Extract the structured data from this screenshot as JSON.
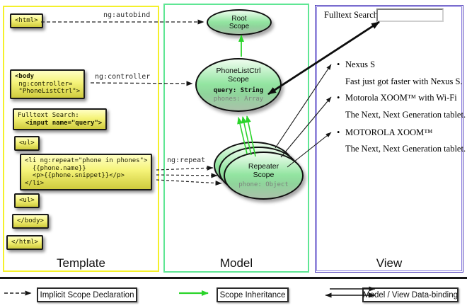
{
  "template_panel": {
    "label": "Template",
    "autobind_label": "ng:autobind",
    "controller_label": "ng:controller",
    "repeat_label": "ng:repeat",
    "code": {
      "html_open": "<html>",
      "body_open_bold": "<body",
      "body_open_rest": "\n ng:controller=\n \"PhoneListCtrl\">",
      "fulltext_label": "Fulltext Search:",
      "fulltext_input_bold": "\n  <input name=\"query\">",
      "ul_open": "<ul>",
      "li_repeat": "<li ng:repeat=\"phone in phones\">\n  {{phone.name}}\n  <p>{{phone.snippet}}</p>\n</li>",
      "ul_second": "<ul>",
      "body_close": "</body>",
      "html_close": "</html>"
    }
  },
  "model_panel": {
    "label": "Model",
    "root_scope_name": "Root\nScope",
    "phonelist_name": "PhoneListCtrl\nScope",
    "phonelist_query": "query: String",
    "phonelist_phones": "phones: Array",
    "repeater_name": "Repeater\nScope",
    "repeater_phone": "phone: Object"
  },
  "view_panel": {
    "label": "View",
    "search_label": "Fulltext Search:",
    "search_value": "",
    "items": [
      {
        "bullet": "•",
        "title": "Nexus S",
        "description": "Fast just got faster with Nexus S."
      },
      {
        "bullet": "•",
        "title": "Motorola XOOM™ with Wi-Fi",
        "description": "The Next, Next Generation tablet."
      },
      {
        "bullet": "•",
        "title": "MOTOROLA XOOM™",
        "description": "The Next, Next Generation tablet."
      }
    ]
  },
  "legend": {
    "implicit_label": "Implicit Scope Declaration",
    "inheritance_label": "Scope Inheritance",
    "databinding_label": "Model / View Data-binding"
  },
  "colors": {
    "template_border": "#f4f02b",
    "model_border": "#5fe694",
    "view_border": "#4a38b8",
    "scope_fill": "#93e5a1",
    "codebox_top": "#ffffc4",
    "codebox_bottom": "#cfcb3d",
    "inheritance_green": "#2ad42a",
    "arrow_black": "#151515"
  }
}
